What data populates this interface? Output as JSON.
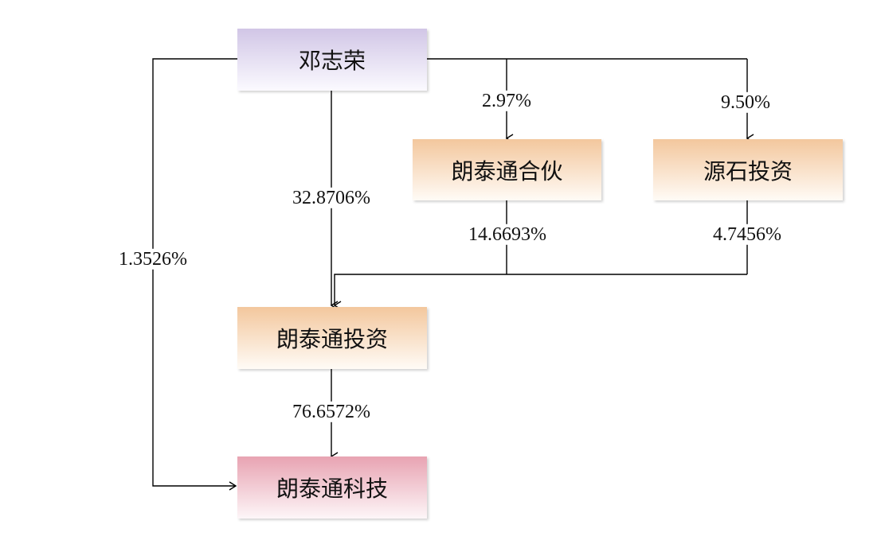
{
  "colors": {
    "person_top": "#d1c6e6",
    "person_bottom": "#fbfaff",
    "company_top": "#f3c79d",
    "company_bottom": "#fffbf6",
    "target_top": "#e8a3b2",
    "target_bottom": "#fdf6f8",
    "line": "#000000"
  },
  "nodes": {
    "person": "邓志荣",
    "partnership": "朗泰通合伙",
    "yuanshi": "源石投资",
    "investment": "朗泰通投资",
    "target": "朗泰通科技"
  },
  "edges": {
    "person_to_partnership": "2.97%",
    "person_to_yuanshi": "9.50%",
    "person_to_investment": "32.8706%",
    "partnership_to_investment": "14.6693%",
    "yuanshi_to_investment": "4.7456%",
    "person_to_target": "1.3526%",
    "investment_to_target": "76.6572%"
  }
}
